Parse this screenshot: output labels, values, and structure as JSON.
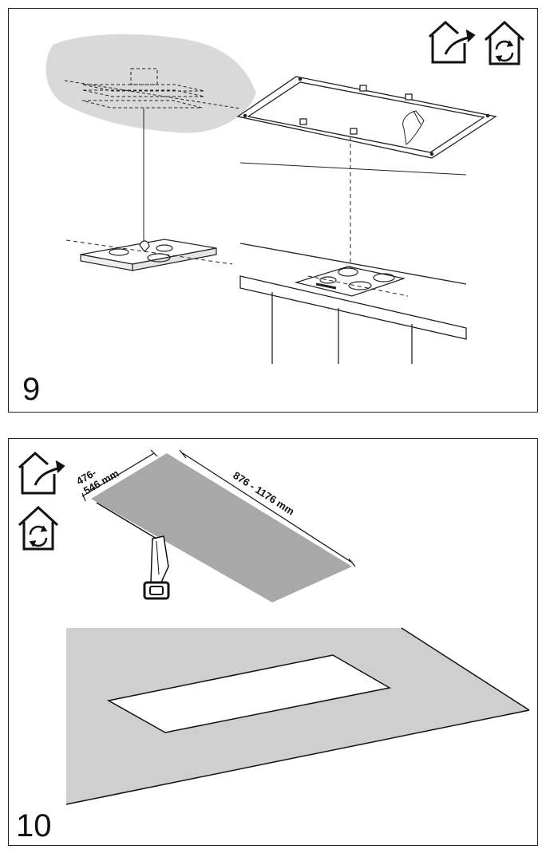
{
  "steps": [
    {
      "number": "9",
      "icons": [
        "house-export-icon",
        "house-recycle-icon"
      ]
    },
    {
      "number": "10",
      "icons": [
        "house-export-icon",
        "house-recycle-icon"
      ],
      "dimensions": {
        "width_line1": "476-",
        "width_line2": "546 mm",
        "length": "876 - 1176 mm"
      }
    }
  ],
  "colors": {
    "line": "#1a1a1a",
    "ceiling_gray": "#d9d9d9",
    "cutout_gray": "#a8a8a8",
    "counter_gray": "#cfcfcf"
  }
}
